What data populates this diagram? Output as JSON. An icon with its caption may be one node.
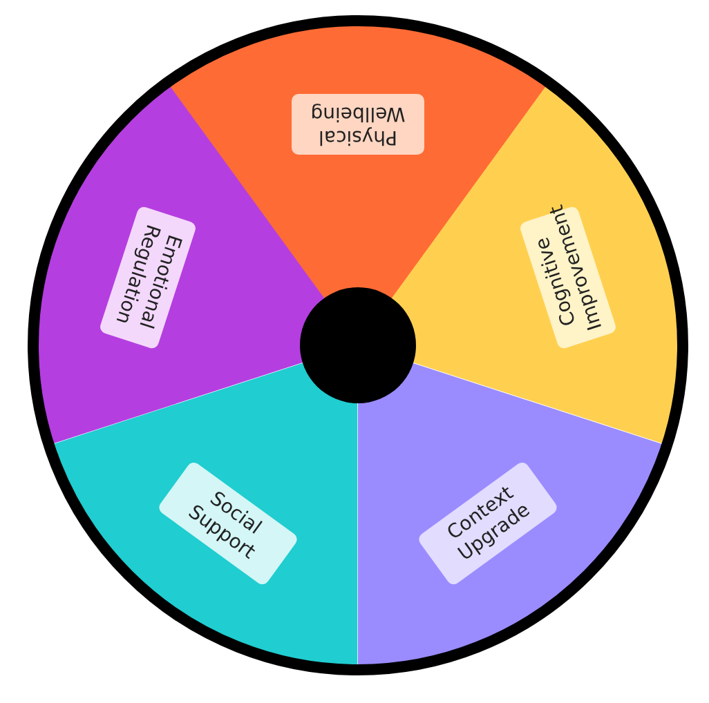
{
  "diagram": {
    "nodes": [
      {
        "text": [
          "Physical Wellbeing"
        ]
      },
      {
        "text": [
          "Cognitive Improvement"
        ]
      },
      {
        "text": [
          "Context Upgrade"
        ]
      },
      {
        "text": [
          "Social Support"
        ]
      },
      {
        "text": [
          "Emotional Regulation"
        ]
      }
    ]
  }
}
